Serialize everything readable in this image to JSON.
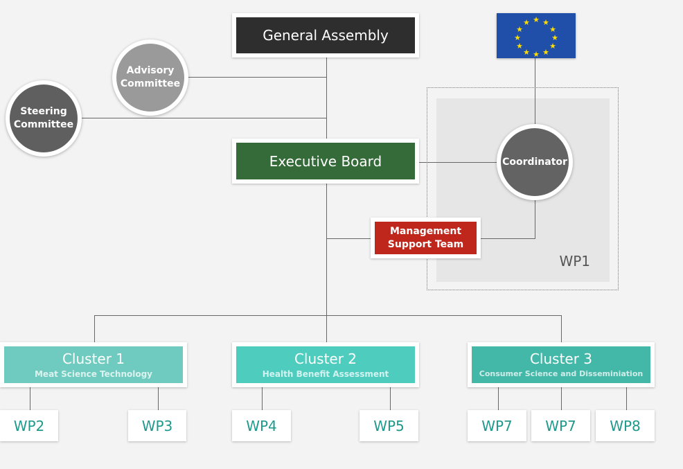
{
  "general_assembly": {
    "label": "General Assembly",
    "color": "#2e2e2e"
  },
  "eu_flag": {
    "icon": "eu-flag-icon",
    "color": "#1f4fa8",
    "star_color": "#ffdd00"
  },
  "advisory_committee": {
    "label_line1": "Advisory",
    "label_line2": "Committee",
    "color": "#9a9a9a"
  },
  "steering_committee": {
    "label_line1": "Steering",
    "label_line2": "Committee",
    "color": "#5f5f5f"
  },
  "executive_board": {
    "label": "Executive Board",
    "color": "#346b39"
  },
  "coordinator": {
    "label": "Coordinator",
    "color": "#636363"
  },
  "management_support_team": {
    "label_line1": "Management",
    "label_line2": "Support Team",
    "color": "#c0271c"
  },
  "wp1": {
    "label": "WP1"
  },
  "clusters": [
    {
      "title": "Cluster 1",
      "subtitle": "Meat Science Technology",
      "color": "#6fcbbf",
      "work_packages": [
        "WP2",
        "WP3"
      ]
    },
    {
      "title": "Cluster 2",
      "subtitle": "Health Benefit Assessment",
      "color": "#4ecdbf",
      "work_packages": [
        "WP4",
        "WP5"
      ]
    },
    {
      "title": "Cluster 3",
      "subtitle": "Consumer Science and Disseminiation",
      "color": "#43b8a8",
      "work_packages": [
        "WP7",
        "WP7",
        "WP8"
      ]
    }
  ]
}
